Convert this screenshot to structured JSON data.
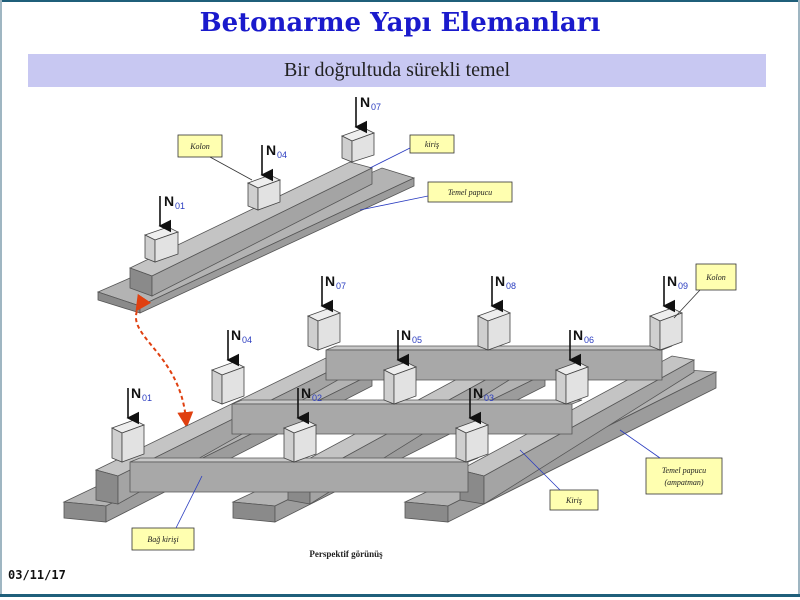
{
  "header": {
    "title": "Betonarme Yapı Elemanları",
    "subtitle": "Bir doğrultuda sürekli temel"
  },
  "footer": {
    "date": "03/11/17"
  },
  "diagram": {
    "caption": "Perspektif görünüş",
    "top_callouts": {
      "kolon": "Kolon",
      "kiris": "kiriş",
      "temel_papucu": "Temel papucu"
    },
    "bottom_callouts": {
      "kolon": "Kolon",
      "temel_papucu_line1": "Temel papucu",
      "temel_papucu_line2": "(ampatman)",
      "kiris": "Kiriş",
      "bag_kirisi": "Bağ kirişi"
    },
    "top_loads": [
      {
        "n": "N",
        "sub": "01"
      },
      {
        "n": "N",
        "sub": "04"
      },
      {
        "n": "N",
        "sub": "07"
      }
    ],
    "bottom_loads": [
      {
        "n": "N",
        "sub": "01"
      },
      {
        "n": "N",
        "sub": "02"
      },
      {
        "n": "N",
        "sub": "03"
      },
      {
        "n": "N",
        "sub": "04"
      },
      {
        "n": "N",
        "sub": "05"
      },
      {
        "n": "N",
        "sub": "06"
      },
      {
        "n": "N",
        "sub": "07"
      },
      {
        "n": "N",
        "sub": "08"
      },
      {
        "n": "N",
        "sub": "09"
      }
    ]
  },
  "colors": {
    "concrete_top": "#b3b3b3",
    "concrete_side": "#8a8a8a",
    "column": "#d8d8d8",
    "callout_fill": "#ffffb0",
    "link_arrow": "#e04010"
  }
}
